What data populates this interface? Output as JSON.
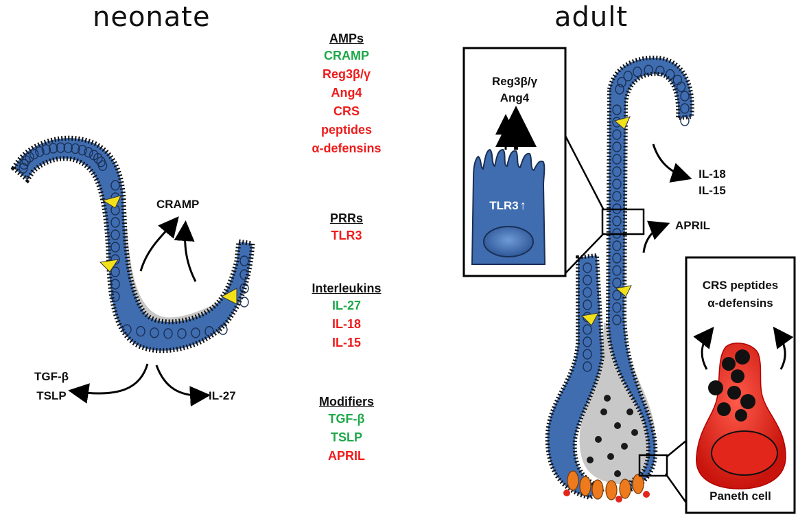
{
  "titles": {
    "neonate": "neonate",
    "adult": "adult"
  },
  "neonate_labels": {
    "cramp": "CRAMP",
    "tgf": "TGF-β",
    "tslp": "TSLP",
    "il27": "IL-27"
  },
  "middle": {
    "groups": [
      {
        "heading": "AMPs",
        "items": [
          {
            "text": "CRAMP",
            "color": "green"
          },
          {
            "text": "Reg3β/γ",
            "color": "red"
          },
          {
            "text": "Ang4",
            "color": "red"
          },
          {
            "text": "CRS",
            "color": "red"
          },
          {
            "text": "peptides",
            "color": "red"
          },
          {
            "text": "α-defensins",
            "color": "red"
          }
        ]
      },
      {
        "heading": "PRRs",
        "items": [
          {
            "text": "TLR3",
            "color": "red"
          }
        ]
      },
      {
        "heading": "Interleukins",
        "items": [
          {
            "text": "IL-27",
            "color": "green"
          },
          {
            "text": "IL-18",
            "color": "red"
          },
          {
            "text": "IL-15",
            "color": "red"
          }
        ]
      },
      {
        "heading": "Modifiers",
        "items": [
          {
            "text": "TGF-β",
            "color": "green"
          },
          {
            "text": "TSLP",
            "color": "green"
          },
          {
            "text": "APRIL",
            "color": "red"
          }
        ]
      }
    ]
  },
  "adult_labels": {
    "reg3": "Reg3β/γ",
    "ang4": "Ang4",
    "tlr3": "TLR3",
    "il18": "IL-18",
    "il15": "IL-15",
    "april": "APRIL",
    "crs": "CRS peptides",
    "defensins": "α-defensins",
    "paneth": "Paneth cell"
  },
  "colors": {
    "green": "#1fa84a",
    "red": "#ee1c1c",
    "epithelium": "#3f6db0",
    "goblet": "#f3e21a",
    "paneth": "#e2261c",
    "lumen": "#c8c8c8"
  }
}
